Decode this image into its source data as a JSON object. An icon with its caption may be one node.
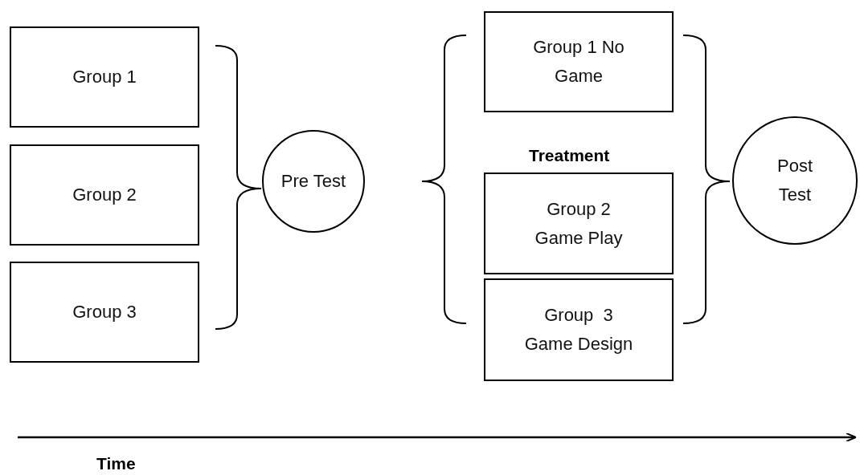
{
  "diagram": {
    "nodes": [
      {
        "text": [
          "Group 1"
        ]
      },
      {
        "text": [
          "Group 2"
        ]
      },
      {
        "text": [
          "Group 3"
        ]
      },
      {
        "text": [
          "Pre Test"
        ]
      },
      {
        "text": [
          "Group 1 No Game"
        ]
      },
      {
        "text": [
          "Group 2 Game Play"
        ]
      },
      {
        "text": [
          "Group  3 Game Design"
        ]
      },
      {
        "text": [
          "Post Test"
        ]
      }
    ],
    "edges": [],
    "labels": [
      "Treatment",
      "Time"
    ]
  }
}
